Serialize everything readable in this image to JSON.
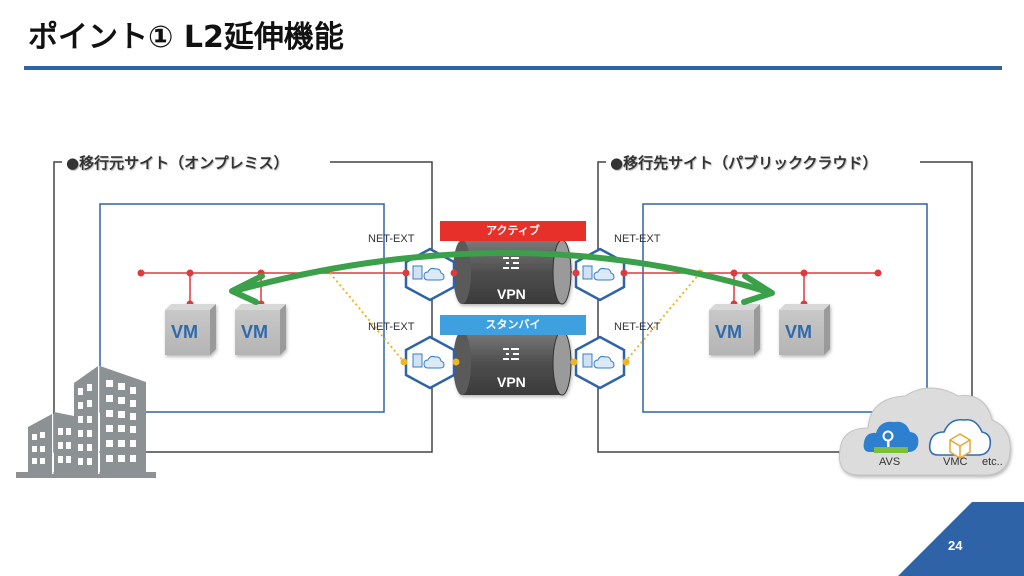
{
  "slide": {
    "title": "ポイント① L2延伸機能",
    "page_number": "24",
    "accent_color": "#2e63a8"
  },
  "source_site": {
    "label": "●移行元サイト（オンプレミス）",
    "vms": [
      "VM",
      "VM"
    ],
    "net_ext_top": "NET-EXT",
    "net_ext_bottom": "NET-EXT",
    "icon": "office-building-icon"
  },
  "target_site": {
    "label": "●移行先サイト（パブリッククラウド）",
    "vms": [
      "VM",
      "VM"
    ],
    "net_ext_top": "NET-EXT",
    "net_ext_bottom": "NET-EXT"
  },
  "tunnels": [
    {
      "status": "アクティブ",
      "label": "VPN",
      "status_color": "#e8302a"
    },
    {
      "status": "スタンバイ",
      "label": "VPN",
      "status_color": "#3fa0e0"
    }
  ],
  "cloud_providers": {
    "items": [
      "AVS",
      "VMC"
    ],
    "more": "etc.."
  },
  "colors": {
    "network_line": "#e0393e",
    "standby_line": "#f0b429",
    "l2_arrow": "#3aa04a",
    "site_border": "#444444",
    "inner_border": "#2e63a8"
  }
}
